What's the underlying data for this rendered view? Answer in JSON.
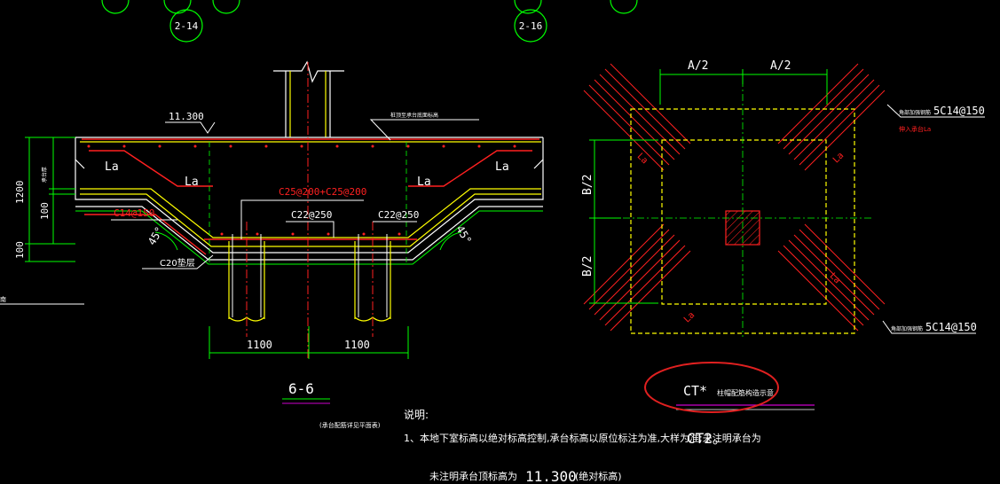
{
  "grid_bubbles": {
    "left": "2-14",
    "right": "2-16"
  },
  "section": {
    "elevation": "11.300",
    "note_top": "桩顶至承台底面标高",
    "la_labels": [
      "La",
      "La",
      "La",
      "La"
    ],
    "rebar_main": "C25@200+C25@200",
    "rebar_left": "C14@150",
    "rebar_mid1": "C22@250",
    "rebar_mid2": "C22@250",
    "cushion": "C20垫层",
    "angle_left": "45°",
    "angle_right": "45°",
    "dims_vertical": [
      "1200",
      "100",
      "100"
    ],
    "side_note": "承台厚",
    "dims_bottom": [
      "1100",
      "1100"
    ],
    "title": "6-6",
    "subtitle": "(承台配筋详见平面表)"
  },
  "plan": {
    "dim_top": [
      "A/2",
      "A/2"
    ],
    "dim_left": [
      "B/2",
      "B/2"
    ],
    "la_labels": [
      "La",
      "La",
      "La",
      "La"
    ],
    "rebar_top_note": "角部加强钢筋",
    "rebar_top": "5C14@150",
    "red_note": "伸入承台La",
    "rebar_bottom_note": "角部加强钢筋",
    "rebar_bottom": "5C14@150",
    "title_prefix": "CT*",
    "title_suffix": "柱帽配筋构造示意",
    "highlight_color": "#e02020"
  },
  "notes": {
    "heading": "说明:",
    "line1_a": "1、本地下室标高以绝对标高控制,承台标高以原位标注为准,大样为准;未注明承台为",
    "line1_b": "CT2。",
    "line2_a": "未注明承台顶标高为",
    "line2_b": "11.300",
    "line2_c": "(绝对标高)"
  },
  "colors": {
    "line_green": "#00ff00",
    "line_white": "#ffffff",
    "line_red": "#ff2020",
    "line_yellow": "#ffff00",
    "line_cyan": "#00ffff",
    "line_magenta": "#cc00cc"
  }
}
